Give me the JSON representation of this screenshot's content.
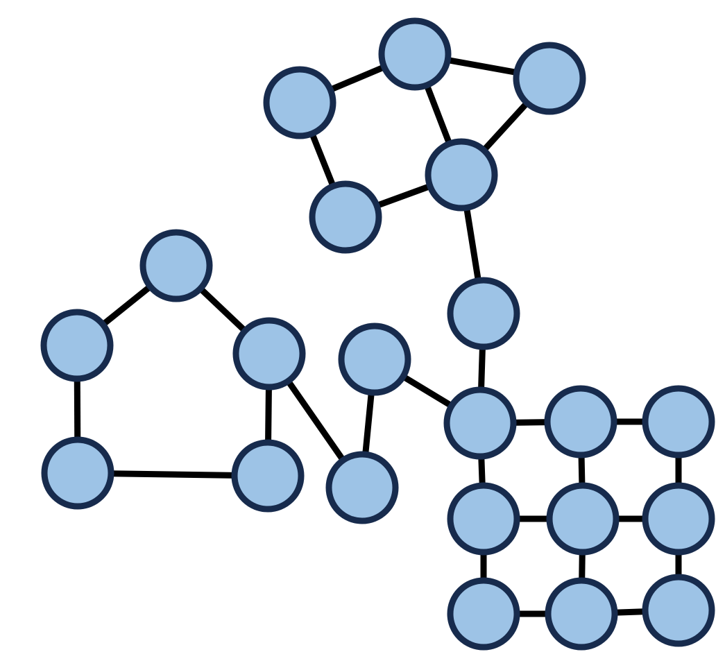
{
  "diagram": {
    "type": "graph",
    "colors": {
      "node_fill": "#9dc3e6",
      "node_stroke": "#172b4d",
      "edge": "#000000",
      "background": "#ffffff"
    },
    "nodes": [
      "t1",
      "t2",
      "t3",
      "t4",
      "t5",
      "link",
      "h1",
      "h2",
      "h3",
      "h4",
      "h5",
      "p1",
      "p2",
      "g11",
      "g12",
      "g13",
      "g21",
      "g22",
      "g23",
      "g31",
      "g32",
      "g33"
    ],
    "edges": [
      [
        "t1",
        "t2"
      ],
      [
        "t2",
        "t3"
      ],
      [
        "t2",
        "t4"
      ],
      [
        "t1",
        "t5"
      ],
      [
        "t5",
        "t4"
      ],
      [
        "t3",
        "t4"
      ],
      [
        "t4",
        "link"
      ],
      [
        "link",
        "g11"
      ],
      [
        "h1",
        "h2"
      ],
      [
        "h1",
        "h3"
      ],
      [
        "h2",
        "h4"
      ],
      [
        "h3",
        "h5"
      ],
      [
        "h4",
        "h5"
      ],
      [
        "h2",
        "p2"
      ],
      [
        "p1",
        "p2"
      ],
      [
        "p1",
        "g11"
      ],
      [
        "g11",
        "g12"
      ],
      [
        "g12",
        "g13"
      ],
      [
        "g21",
        "g22"
      ],
      [
        "g22",
        "g23"
      ],
      [
        "g31",
        "g32"
      ],
      [
        "g32",
        "g33"
      ],
      [
        "g11",
        "g21"
      ],
      [
        "g21",
        "g31"
      ],
      [
        "g12",
        "g22"
      ],
      [
        "g22",
        "g32"
      ],
      [
        "g13",
        "g23"
      ],
      [
        "g23",
        "g33"
      ]
    ]
  }
}
